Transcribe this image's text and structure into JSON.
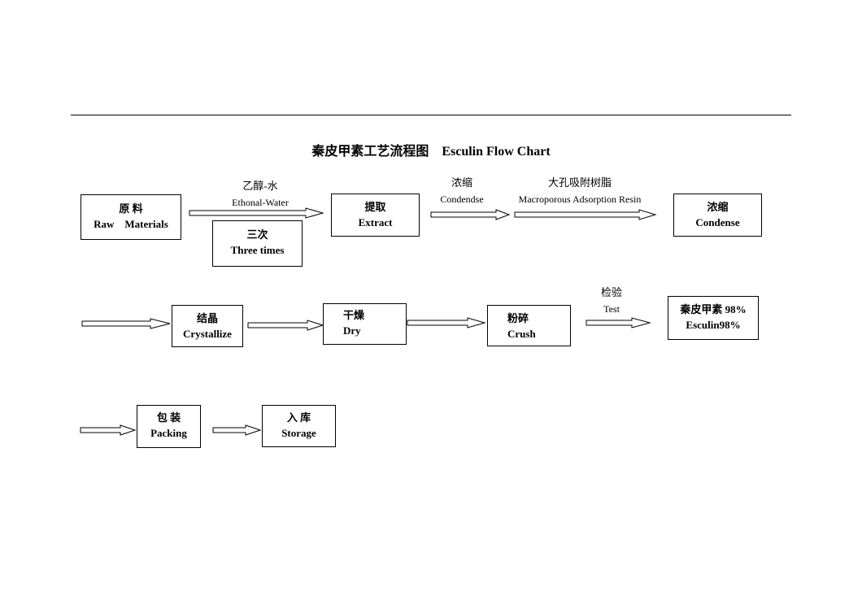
{
  "title": {
    "cn": "秦皮甲素工艺流程图",
    "en": "Esculin Flow Chart"
  },
  "steps": {
    "raw": {
      "cn": "原 料",
      "en": "Raw    Materials"
    },
    "three_times": {
      "cn": "三次",
      "en": "Three times"
    },
    "extract": {
      "cn": "提取",
      "en": "Extract"
    },
    "condense": {
      "cn": "浓缩",
      "en": "Condense"
    },
    "crystallize": {
      "cn": "结晶",
      "en": "Crystallize"
    },
    "dry": {
      "cn": "干燥",
      "en": "Dry"
    },
    "crush": {
      "cn": "粉碎",
      "en": "Crush"
    },
    "esculin": {
      "cn": "秦皮甲素 98%",
      "en": "Esculin98%"
    },
    "packing": {
      "cn": "包 装",
      "en": "Packing"
    },
    "storage": {
      "cn": "入 库",
      "en": "Storage"
    }
  },
  "edge_labels": {
    "ethanol": {
      "cn": "乙醇-水",
      "en": "Ethonal-Water"
    },
    "condendse": {
      "cn": "浓缩",
      "en": "Condendse"
    },
    "resin": {
      "cn": "大孔吸附树脂",
      "en": "Macroporous Adsorption Resin"
    },
    "test": {
      "cn": "检验",
      "en": "Test"
    }
  }
}
